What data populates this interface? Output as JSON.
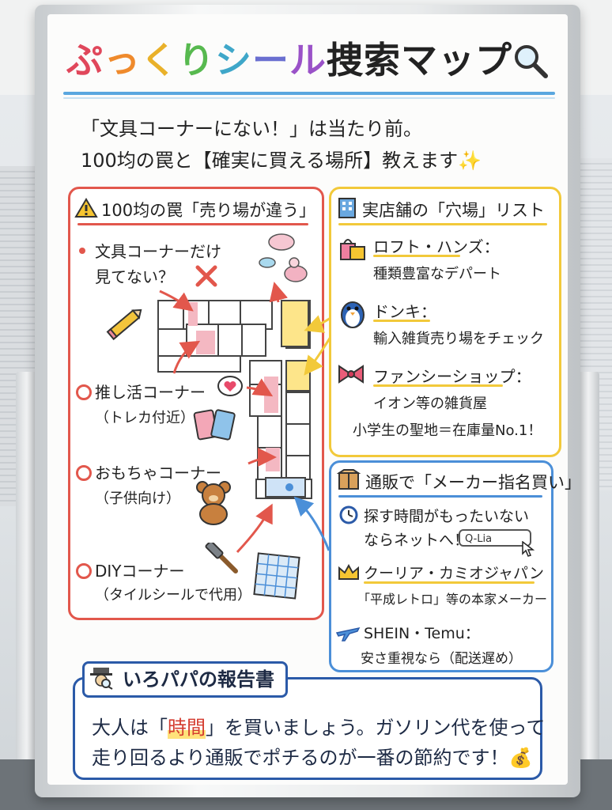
{
  "title": {
    "chars": [
      {
        "t": "ぷ",
        "color": "#e0475b"
      },
      {
        "t": "っ",
        "color": "#ef8a2c"
      },
      {
        "t": "く",
        "color": "#e9b12a"
      },
      {
        "t": "り",
        "color": "#57b94f"
      },
      {
        "t": "シ",
        "color": "#3fa7c9"
      },
      {
        "t": "ー",
        "color": "#6a6fd0"
      },
      {
        "t": "ル",
        "color": "#9a52c8"
      }
    ],
    "rest": "捜索マップ",
    "rest_color": "#222222"
  },
  "intro": {
    "line1": "「文具コーナーにない！」は当たり前。",
    "line2": "100均の罠と【確実に買える場所】教えます✨"
  },
  "left_panel": {
    "heading": "100均の罠「売り場が違う」",
    "items": [
      {
        "line1": "文具コーナーだけ",
        "line2": "見てない？"
      },
      {
        "line1": "推し活コーナー",
        "line2": "（トレカ付近）"
      },
      {
        "line1": "おもちゃコーナー",
        "line2": "（子供向け）"
      },
      {
        "line1": "DIYコーナー",
        "line2": "（タイルシールで代用）"
      }
    ]
  },
  "right_top": {
    "heading": "実店舗の「穴場」リスト",
    "items": [
      {
        "line1": "ロフト・ハンズ：",
        "line2": "種類豊富なデパート"
      },
      {
        "line1": "ドンキ：",
        "line2": "輸入雑貨売り場をチェック"
      },
      {
        "line1": "ファンシーショップ：",
        "line2": "イオン等の雑貨屋",
        "line3": "小学生の聖地＝在庫量No.1！"
      }
    ]
  },
  "right_bottom": {
    "heading": "通販で「メーカー指名買い」",
    "items": [
      {
        "line1": "探す時間がもったいない",
        "line2": "ならネットへ！"
      },
      {
        "line1": "クーリア・カミオジャパン",
        "line2": "「平成レトロ」等の本家メーカー"
      },
      {
        "line1": "SHEIN・Temu：",
        "line2": "安さ重視なら（配送遅め）"
      }
    ],
    "search_box": "Q-Lia"
  },
  "report": {
    "title": "いろパパの報告書",
    "line1_a": "大人は「",
    "line1_b": "時間",
    "line1_c": "」を買いましょう。ガソリン代を使って",
    "line2": "走り回るより通販でポチるのが一番の節約です！💰"
  },
  "colors": {
    "red": "#e2574c",
    "yellow": "#f2c93a",
    "blue": "#4b8fd8",
    "navy": "#2b5aa8"
  }
}
